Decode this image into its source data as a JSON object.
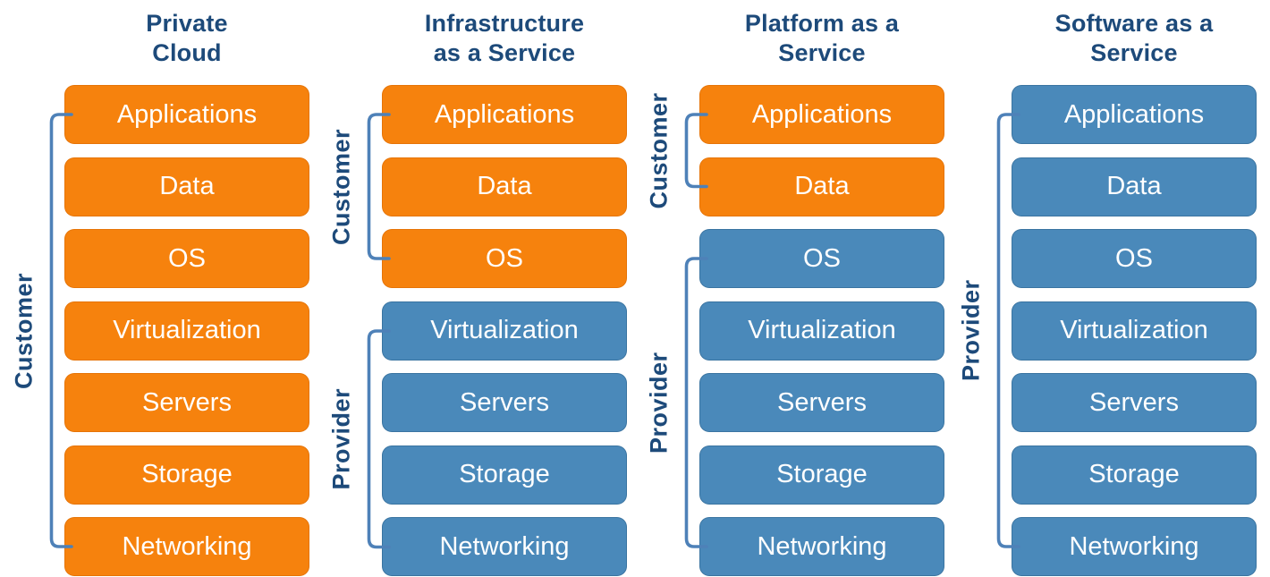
{
  "colors": {
    "customer_box": "#F6820D",
    "provider_box": "#4A89BA",
    "heading_text": "#1D4A7A",
    "bracket": "#4E81B8",
    "box_text": "#FFFFFF"
  },
  "layers": [
    "Applications",
    "Data",
    "OS",
    "Virtualization",
    "Servers",
    "Storage",
    "Networking"
  ],
  "columns": [
    {
      "title": "Private Cloud",
      "title_lines": [
        "Private",
        "Cloud"
      ],
      "groups": [
        {
          "label": "Customer",
          "role": "customer",
          "from": 0,
          "to": 6
        }
      ]
    },
    {
      "title": "Infrastructure as a Service",
      "title_lines": [
        "Infrastructure",
        "as a Service"
      ],
      "groups": [
        {
          "label": "Customer",
          "role": "customer",
          "from": 0,
          "to": 2
        },
        {
          "label": "Provider",
          "role": "provider",
          "from": 3,
          "to": 6
        }
      ]
    },
    {
      "title": "Platform as a Service",
      "title_lines": [
        "Platform as a",
        "Service"
      ],
      "groups": [
        {
          "label": "Customer",
          "role": "customer",
          "from": 0,
          "to": 1
        },
        {
          "label": "Provider",
          "role": "provider",
          "from": 2,
          "to": 6
        }
      ]
    },
    {
      "title": "Software as a Service",
      "title_lines": [
        "Software as a",
        "Service"
      ],
      "groups": [
        {
          "label": "Provider",
          "role": "provider",
          "from": 0,
          "to": 6
        }
      ]
    }
  ]
}
